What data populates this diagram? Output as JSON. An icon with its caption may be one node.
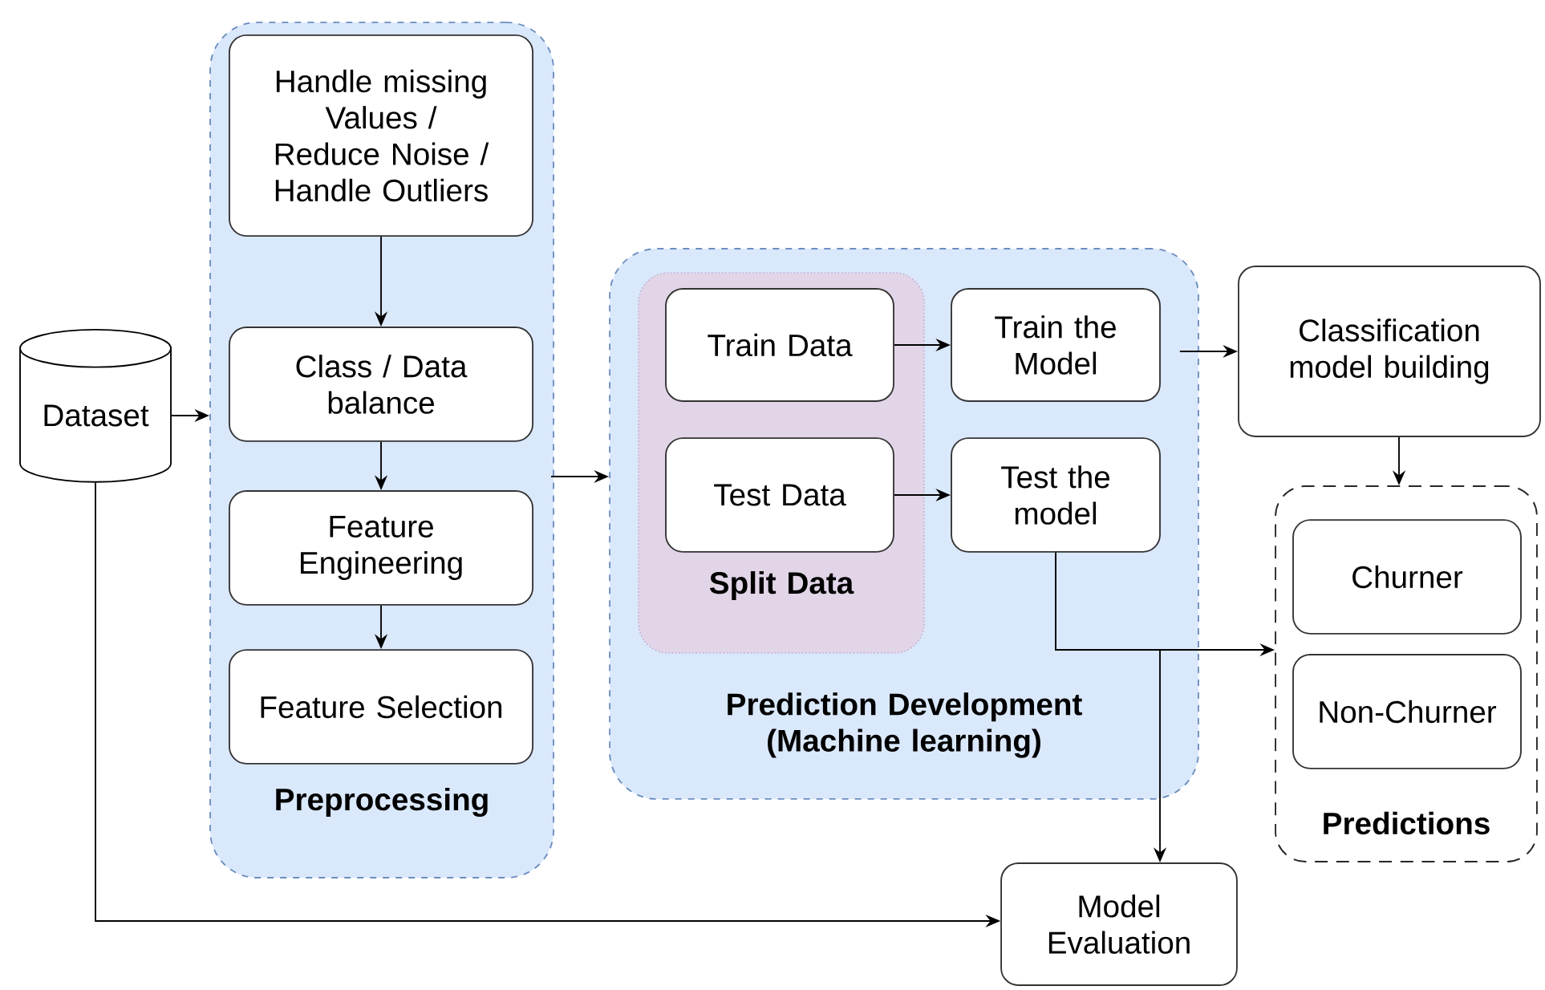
{
  "diagram": {
    "nodes": [
      {
        "text": [
          "Dataset"
        ]
      },
      {
        "text": [
          "Preprocessing"
        ]
      },
      {
        "text": [
          "Handle missing Values / Reduce Noise / Handle Outliers"
        ],
        "in": 1
      },
      {
        "text": [
          "Class / Data balance"
        ],
        "in": 1
      },
      {
        "text": [
          "Feature Engineering"
        ],
        "in": 1
      },
      {
        "text": [
          "Feature Selection"
        ],
        "in": 1
      },
      {
        "text": [
          "Prediction Development (Machine learning)"
        ]
      },
      {
        "text": [
          "Split Data"
        ],
        "in": 6
      },
      {
        "text": [
          "Train Data"
        ],
        "in": 7
      },
      {
        "text": [
          "Test Data"
        ],
        "in": 7
      },
      {
        "text": [
          "Train the Model"
        ],
        "in": 6
      },
      {
        "text": [
          "Test the model"
        ],
        "in": 6
      },
      {
        "text": [
          "Classification model building"
        ]
      },
      {
        "text": [
          "Predictions"
        ]
      },
      {
        "text": [
          "Churner"
        ],
        "in": 13
      },
      {
        "text": [
          "Non-Churner"
        ],
        "in": 13
      },
      {
        "text": [
          "Model Evaluation"
        ]
      }
    ],
    "edges": [
      {
        "from": 0,
        "to": 1,
        "arrow": "to"
      },
      {
        "from": 2,
        "to": 3,
        "arrow": "to"
      },
      {
        "from": 3,
        "to": 4,
        "arrow": "to"
      },
      {
        "from": 4,
        "to": 5,
        "arrow": "to"
      },
      {
        "from": 1,
        "to": 6,
        "arrow": "to"
      },
      {
        "from": 8,
        "to": 10,
        "arrow": "to"
      },
      {
        "from": 9,
        "to": 11,
        "arrow": "to"
      },
      {
        "from": 6,
        "to": 12,
        "arrow": "to"
      },
      {
        "from": 12,
        "to": 13,
        "arrow": "to"
      },
      {
        "from": 11,
        "to": 13,
        "arrow": "to"
      },
      {
        "from": 11,
        "to": 16,
        "arrow": "to"
      },
      {
        "from": 0,
        "to": 16,
        "arrow": "to"
      }
    ]
  }
}
